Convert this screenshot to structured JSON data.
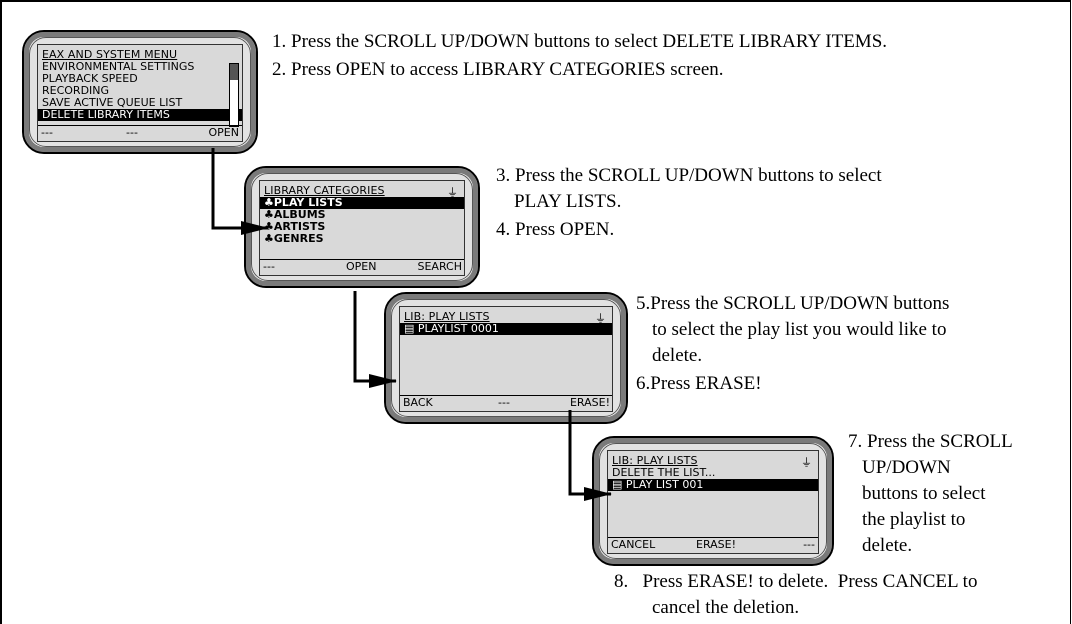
{
  "screens": {
    "eax": {
      "title": "EAX AND SYSTEM MENU",
      "items": [
        "ENVIRONMENTAL SETTINGS",
        "PLAYBACK SPEED",
        "RECORDING",
        "SAVE ACTIVE QUEUE LIST",
        "DELETE LIBRARY ITEMS"
      ],
      "softkeys": [
        "---",
        "---",
        "OPEN"
      ]
    },
    "library": {
      "title": "LIBRARY CATEGORIES",
      "items": [
        "PLAY LISTS",
        "ALBUMS",
        "ARTISTS",
        "GENRES"
      ],
      "softkeys": [
        "---",
        "OPEN",
        "SEARCH"
      ]
    },
    "playlists": {
      "title": "LIB: PLAY LISTS",
      "items": [
        "PLAYLIST 0001"
      ],
      "softkeys": [
        "BACK",
        "---",
        "ERASE!"
      ]
    },
    "confirm": {
      "title": "LIB: PLAY LISTS",
      "prompt": "DELETE THE LIST...",
      "items": [
        "PLAY LIST 001"
      ],
      "softkeys": [
        "CANCEL",
        "ERASE!",
        "---"
      ]
    }
  },
  "steps": {
    "s1": "1. Press the SCROLL UP/DOWN buttons to select DELETE LIBRARY ITEMS.",
    "s2": "2. Press OPEN to access LIBRARY CATEGORIES screen.",
    "s3a": "3. Press the SCROLL UP/DOWN buttons to select",
    "s3b": "PLAY LISTS.",
    "s4": "4. Press OPEN.",
    "s5a": "5.Press the SCROLL UP/DOWN buttons",
    "s5b": "to select the play list you would like to",
    "s5c": "delete.",
    "s6": "6.Press ERASE!",
    "s7a": "7. Press the SCROLL",
    "s7b": "UP/DOWN",
    "s7c": "buttons to select",
    "s7d": "the playlist to",
    "s7e": "delete.",
    "s8a": "8.   Press ERASE! to delete.  Press CANCEL to",
    "s8b": "cancel the deletion."
  },
  "icons": {
    "folder": "tree-folder-icon",
    "list": "playlist-icon",
    "power": "plug-icon"
  }
}
